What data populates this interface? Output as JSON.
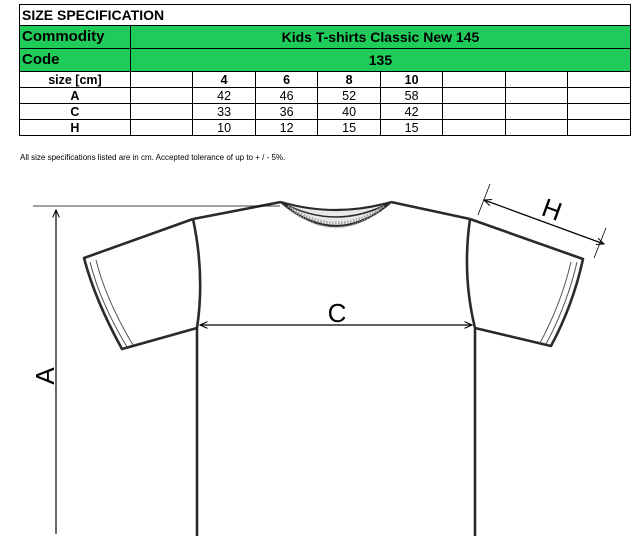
{
  "table": {
    "title": "SIZE SPECIFICATION",
    "commodity_label": "Commodity",
    "commodity_value": "Kids T-shirts Classic New 145",
    "code_label": "Code",
    "code_value": "135",
    "size_header": "size [cm]",
    "sizes": [
      "4",
      "6",
      "8",
      "10"
    ],
    "rows": [
      {
        "label": "A",
        "values": [
          "42",
          "46",
          "52",
          "58"
        ]
      },
      {
        "label": "C",
        "values": [
          "33",
          "36",
          "40",
          "42"
        ]
      },
      {
        "label": "H",
        "values": [
          "10",
          "12",
          "15",
          "15"
        ]
      }
    ]
  },
  "note": "All size specifications listed are in cm. Accepted tolerance of up to + / - 5%.",
  "drawing": {
    "label_a": "A",
    "label_c": "C",
    "label_h": "H"
  },
  "colors": {
    "header_green": "#1fcc5a"
  }
}
